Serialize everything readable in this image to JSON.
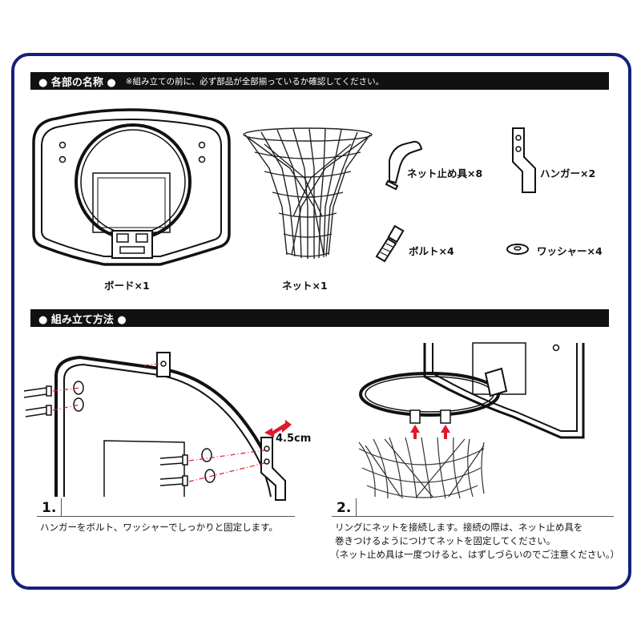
{
  "section1": {
    "title": "● 各部の名称 ●",
    "note": "※組み立ての前に、必ず部品が全部揃っているか確認してください。"
  },
  "parts": {
    "board": "ボード×1",
    "net": "ネット×1",
    "net_clip": "ネット止め具×8",
    "hanger": "ハンガー×2",
    "bolt": "ボルト×4",
    "washer": "ワッシャー×4"
  },
  "section2": {
    "title": "● 組み立て方法 ●"
  },
  "step1": {
    "number": "1.",
    "dimension": "4.5cm",
    "text": "ハンガーをボルト、ワッシャーでしっかりと固定します。"
  },
  "step2": {
    "number": "2.",
    "line1": "リングにネットを接続します。接続の際は、ネット止め具を",
    "line2": "巻きつけるようにつけてネットを固定してください。",
    "line3": "（ネット止め具は一度つけると、はずしづらいのでご注意ください。）"
  },
  "colors": {
    "frame": "#16207a",
    "header": "#111111",
    "accent_red": "#e0182d"
  }
}
